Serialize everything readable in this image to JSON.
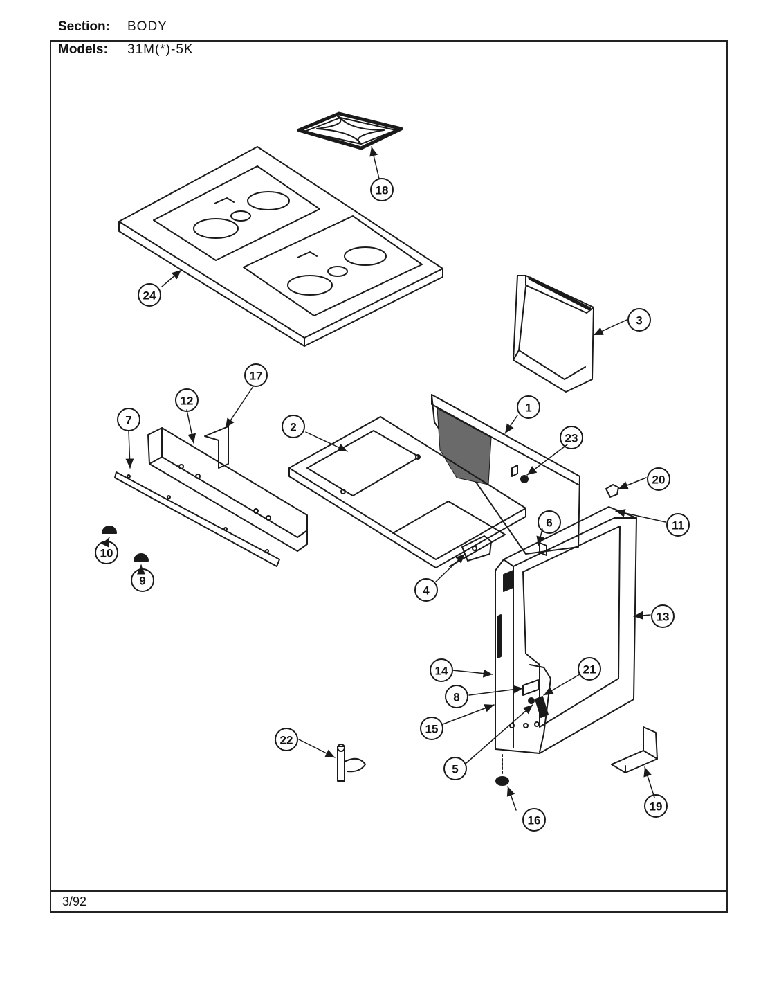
{
  "header": {
    "section_label": "Section:",
    "section_value": "BODY",
    "models_label": "Models:",
    "models_value": "31M(*)-5K"
  },
  "footer": {
    "date": "3/92"
  },
  "callouts": [
    {
      "id": "callout-18",
      "label": "18"
    },
    {
      "id": "callout-24",
      "label": "24"
    },
    {
      "id": "callout-3",
      "label": "3"
    },
    {
      "id": "callout-17",
      "label": "17"
    },
    {
      "id": "callout-12",
      "label": "12"
    },
    {
      "id": "callout-7",
      "label": "7"
    },
    {
      "id": "callout-2",
      "label": "2"
    },
    {
      "id": "callout-1",
      "label": "1"
    },
    {
      "id": "callout-23",
      "label": "23"
    },
    {
      "id": "callout-20",
      "label": "20"
    },
    {
      "id": "callout-6",
      "label": "6"
    },
    {
      "id": "callout-11",
      "label": "11"
    },
    {
      "id": "callout-10",
      "label": "10"
    },
    {
      "id": "callout-9",
      "label": "9"
    },
    {
      "id": "callout-4",
      "label": "4"
    },
    {
      "id": "callout-13",
      "label": "13"
    },
    {
      "id": "callout-14",
      "label": "14"
    },
    {
      "id": "callout-21",
      "label": "21"
    },
    {
      "id": "callout-8",
      "label": "8"
    },
    {
      "id": "callout-15",
      "label": "15"
    },
    {
      "id": "callout-22",
      "label": "22"
    },
    {
      "id": "callout-5",
      "label": "5"
    },
    {
      "id": "callout-16",
      "label": "16"
    },
    {
      "id": "callout-19",
      "label": "19"
    }
  ]
}
